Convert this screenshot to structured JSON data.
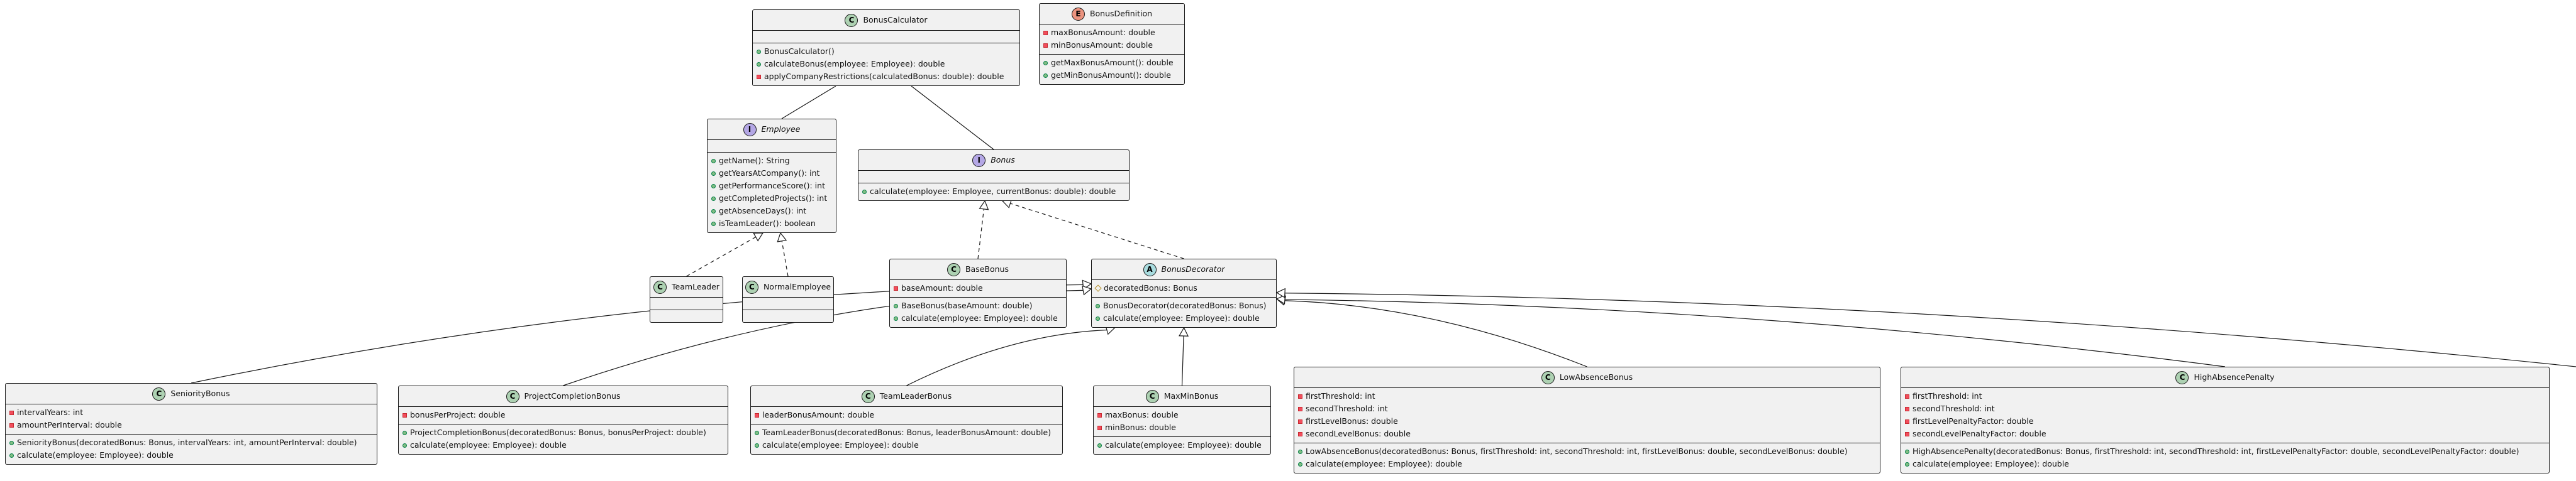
{
  "classes": [
    {
      "id": "BonusCalculator",
      "name": "BonusCalculator",
      "kind": "class",
      "fields": [],
      "methods": [
        {
          "vis": "public",
          "text": "BonusCalculator()"
        },
        {
          "vis": "public",
          "text": "calculateBonus(employee: Employee): double"
        },
        {
          "vis": "private",
          "text": "applyCompanyRestrictions(calculatedBonus: double): double"
        }
      ]
    },
    {
      "id": "BonusDefinition",
      "name": "BonusDefinition",
      "kind": "enum",
      "fields": [
        {
          "vis": "private",
          "text": "maxBonusAmount: double"
        },
        {
          "vis": "private",
          "text": "minBonusAmount: double"
        }
      ],
      "methods": [
        {
          "vis": "public",
          "text": "getMaxBonusAmount(): double"
        },
        {
          "vis": "public",
          "text": "getMinBonusAmount(): double"
        }
      ]
    },
    {
      "id": "Employee",
      "name": "Employee",
      "kind": "interface",
      "fields": [],
      "methods": [
        {
          "vis": "public",
          "text": "getName(): String"
        },
        {
          "vis": "public",
          "text": "getYearsAtCompany(): int"
        },
        {
          "vis": "public",
          "text": "getPerformanceScore(): int"
        },
        {
          "vis": "public",
          "text": "getCompletedProjects(): int"
        },
        {
          "vis": "public",
          "text": "getAbsenceDays(): int"
        },
        {
          "vis": "public",
          "text": "isTeamLeader(): boolean"
        }
      ]
    },
    {
      "id": "Bonus",
      "name": "Bonus",
      "kind": "interface",
      "fields": [],
      "methods": [
        {
          "vis": "public",
          "text": "calculate(employee: Employee, currentBonus: double): double"
        }
      ]
    },
    {
      "id": "TeamLeader",
      "name": "TeamLeader",
      "kind": "class",
      "fields": [],
      "methods": []
    },
    {
      "id": "NormalEmployee",
      "name": "NormalEmployee",
      "kind": "class",
      "fields": [],
      "methods": []
    },
    {
      "id": "BaseBonus",
      "name": "BaseBonus",
      "kind": "class",
      "fields": [
        {
          "vis": "private",
          "text": "baseAmount: double"
        }
      ],
      "methods": [
        {
          "vis": "public",
          "text": "BaseBonus(baseAmount: double)"
        },
        {
          "vis": "public",
          "text": "calculate(employee: Employee): double"
        }
      ]
    },
    {
      "id": "BonusDecorator",
      "name": "BonusDecorator",
      "kind": "abstract",
      "fields": [
        {
          "vis": "protected",
          "text": "decoratedBonus: Bonus"
        }
      ],
      "methods": [
        {
          "vis": "public",
          "text": "BonusDecorator(decoratedBonus: Bonus)"
        },
        {
          "vis": "public",
          "text": "calculate(employee: Employee): double"
        }
      ]
    },
    {
      "id": "SeniorityBonus",
      "name": "SeniorityBonus",
      "kind": "class",
      "fields": [
        {
          "vis": "private",
          "text": "intervalYears: int"
        },
        {
          "vis": "private",
          "text": "amountPerInterval: double"
        }
      ],
      "methods": [
        {
          "vis": "public",
          "text": "SeniorityBonus(decoratedBonus: Bonus, intervalYears: int, amountPerInterval: double)"
        },
        {
          "vis": "public",
          "text": "calculate(employee: Employee): double"
        }
      ]
    },
    {
      "id": "ProjectCompletionBonus",
      "name": "ProjectCompletionBonus",
      "kind": "class",
      "fields": [
        {
          "vis": "private",
          "text": "bonusPerProject: double"
        }
      ],
      "methods": [
        {
          "vis": "public",
          "text": "ProjectCompletionBonus(decoratedBonus: Bonus, bonusPerProject: double)"
        },
        {
          "vis": "public",
          "text": "calculate(employee: Employee): double"
        }
      ]
    },
    {
      "id": "TeamLeaderBonus",
      "name": "TeamLeaderBonus",
      "kind": "class",
      "fields": [
        {
          "vis": "private",
          "text": "leaderBonusAmount: double"
        }
      ],
      "methods": [
        {
          "vis": "public",
          "text": "TeamLeaderBonus(decoratedBonus: Bonus, leaderBonusAmount: double)"
        },
        {
          "vis": "public",
          "text": "calculate(employee: Employee): double"
        }
      ]
    },
    {
      "id": "MaxMinBonus",
      "name": "MaxMinBonus",
      "kind": "class",
      "fields": [
        {
          "vis": "private",
          "text": "maxBonus: double"
        },
        {
          "vis": "private",
          "text": "minBonus: double"
        }
      ],
      "methods": [
        {
          "vis": "public",
          "text": "calculate(employee: Employee): double"
        }
      ]
    },
    {
      "id": "LowAbsenceBonus",
      "name": "LowAbsenceBonus",
      "kind": "class",
      "fields": [
        {
          "vis": "private",
          "text": "firstThreshold: int"
        },
        {
          "vis": "private",
          "text": "secondThreshold: int"
        },
        {
          "vis": "private",
          "text": "firstLevelBonus: double"
        },
        {
          "vis": "private",
          "text": "secondLevelBonus: double"
        }
      ],
      "methods": [
        {
          "vis": "public",
          "text": "LowAbsenceBonus(decoratedBonus: Bonus, firstThreshold: int, secondThreshold: int, firstLevelBonus: double, secondLevelBonus: double)"
        },
        {
          "vis": "public",
          "text": "calculate(employee: Employee): double"
        }
      ]
    },
    {
      "id": "HighAbsencePenalty",
      "name": "HighAbsencePenalty",
      "kind": "class",
      "fields": [
        {
          "vis": "private",
          "text": "firstThreshold: int"
        },
        {
          "vis": "private",
          "text": "secondThreshold: int"
        },
        {
          "vis": "private",
          "text": "firstLevelPenaltyFactor: double"
        },
        {
          "vis": "private",
          "text": "secondLevelPenaltyFactor: double"
        }
      ],
      "methods": [
        {
          "vis": "public",
          "text": "HighAbsencePenalty(decoratedBonus: Bonus, firstThreshold: int, secondThreshold: int, firstLevelPenaltyFactor: double, secondLevelPenaltyFactor: double)"
        },
        {
          "vis": "public",
          "text": "calculate(employee: Employee): double"
        }
      ]
    }
  ],
  "relations": [
    {
      "from": "BonusCalculator",
      "to": "Employee",
      "type": "association"
    },
    {
      "from": "BonusCalculator",
      "to": "Bonus",
      "type": "association"
    },
    {
      "from": "TeamLeader",
      "to": "Employee",
      "type": "realization"
    },
    {
      "from": "NormalEmployee",
      "to": "Employee",
      "type": "realization"
    },
    {
      "from": "BaseBonus",
      "to": "Bonus",
      "type": "realization"
    },
    {
      "from": "BonusDecorator",
      "to": "Bonus",
      "type": "realization"
    },
    {
      "from": "SeniorityBonus",
      "to": "BonusDecorator",
      "type": "inheritance"
    },
    {
      "from": "ProjectCompletionBonus",
      "to": "BonusDecorator",
      "type": "inheritance"
    },
    {
      "from": "TeamLeaderBonus",
      "to": "BonusDecorator",
      "type": "inheritance"
    },
    {
      "from": "MaxMinBonus",
      "to": "BonusDecorator",
      "type": "inheritance"
    },
    {
      "from": "LowAbsenceBonus",
      "to": "BonusDecorator",
      "type": "inheritance"
    },
    {
      "from": "HighAbsencePenalty",
      "to": "BonusDecorator",
      "type": "inheritance"
    },
    {
      "from": "offscreen-right",
      "to": "BonusDecorator",
      "type": "inheritance"
    }
  ]
}
